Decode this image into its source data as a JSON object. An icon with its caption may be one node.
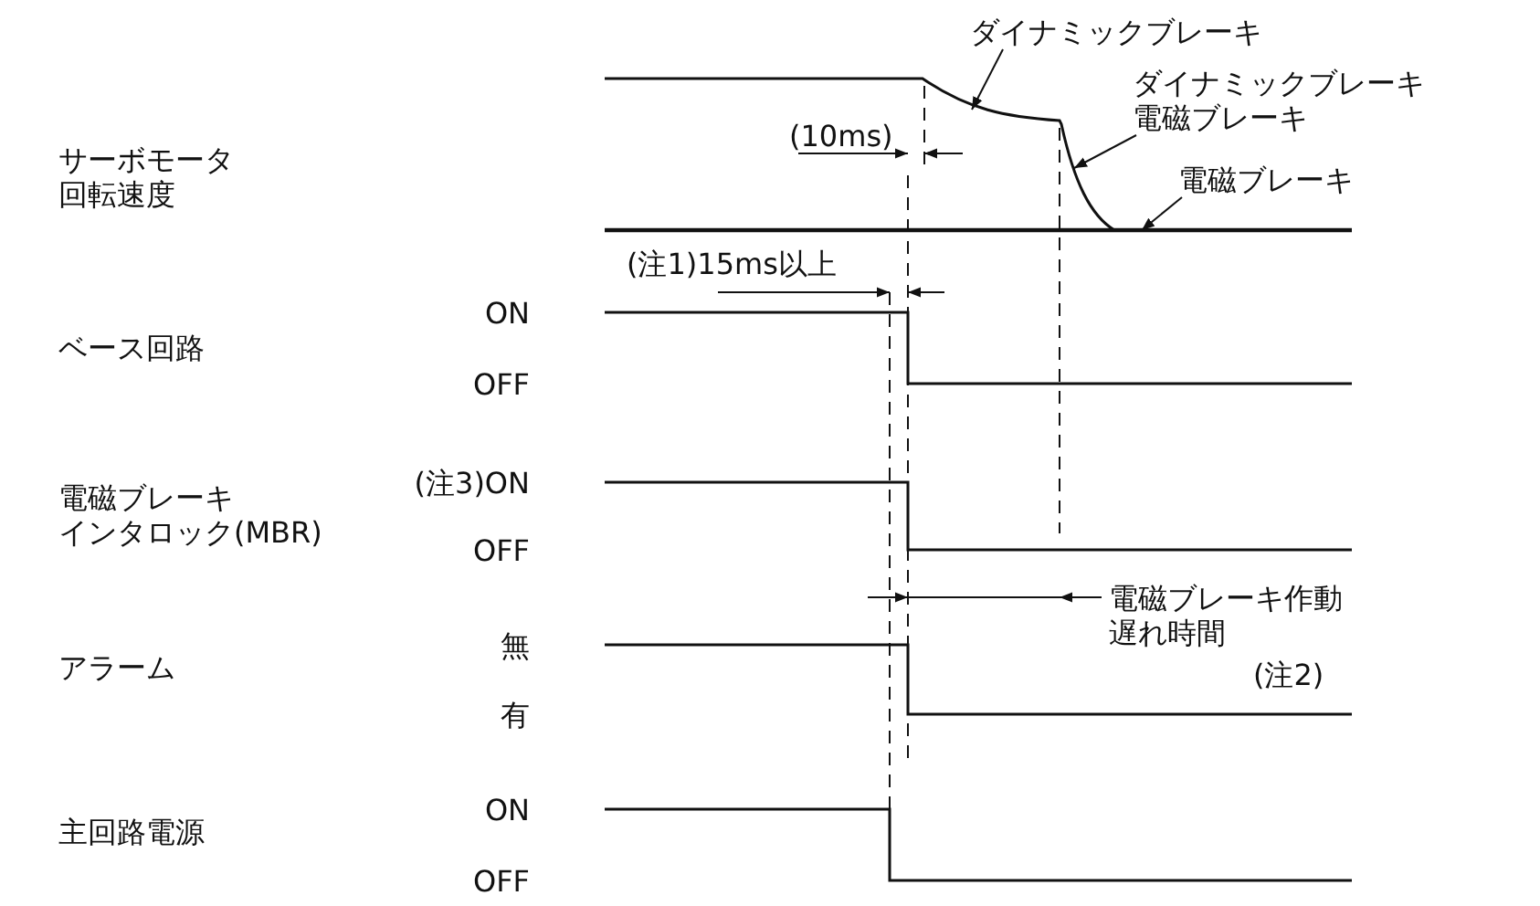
{
  "diagram": {
    "nodes": [
      {
        "text": [
          "ダイナミックブレーキ"
        ]
      },
      {
        "text": [
          "ダイナミックブレーキ電磁ブレーキ"
        ]
      },
      {
        "text": [
          "電磁ブレーキ"
        ]
      },
      {
        "text": [],
        "shape": "curve"
      },
      {
        "text": [],
        "shape": "line"
      }
    ],
    "edges": [
      {
        "from": 0,
        "to": 3,
        "arrow": "to"
      },
      {
        "from": 1,
        "to": 3,
        "arrow": "to"
      },
      {
        "from": 2,
        "to": 4,
        "arrow": "to"
      }
    ],
    "labels": [
      "(10ms)",
      "サーボモータ回転速度",
      "(注1)15ms以上",
      "ON",
      "ベース回路",
      "OFF",
      "(注3)ON",
      "電磁ブレーキインタロック(MBR)",
      "OFF",
      "電磁ブレーキ作動遅れ時間",
      "無",
      "アラーム",
      "(注2)",
      "有",
      "ON",
      "主回路電源",
      "OFF"
    ]
  }
}
